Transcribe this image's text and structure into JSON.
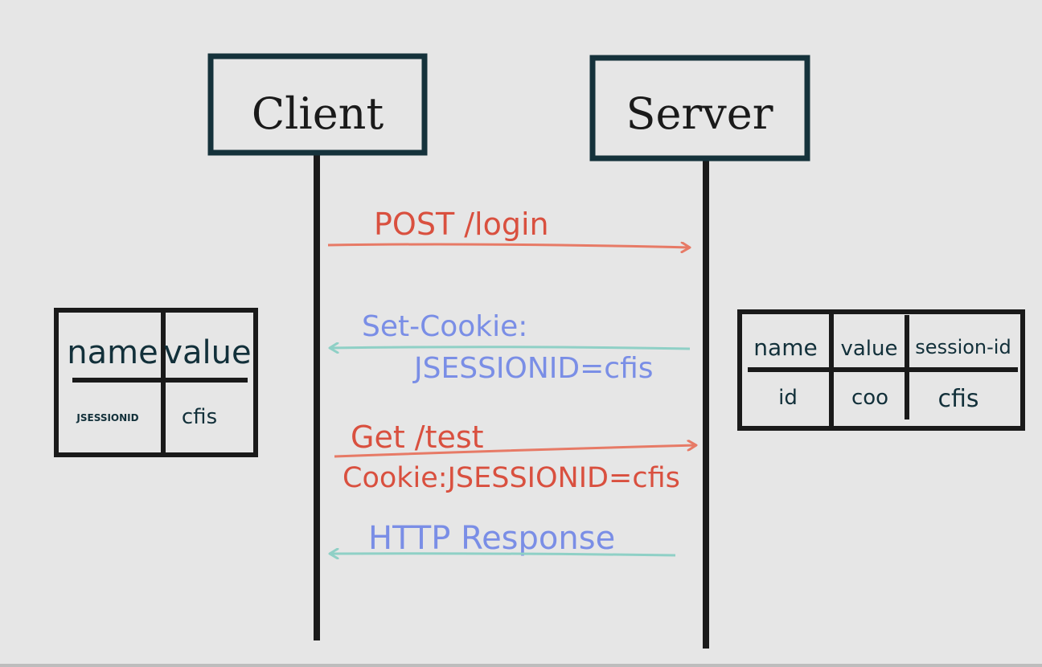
{
  "actors": {
    "client": "Client",
    "server": "Server"
  },
  "messages": {
    "post_login": "POST /login",
    "set_cookie_line1": "Set-Cookie:",
    "set_cookie_line2": "JSESSIONID=cfis",
    "get_test": "Get /test",
    "cookie_header": "Cookie:JSESSIONID=cfis",
    "http_response": "HTTP Response"
  },
  "client_table": {
    "headers": [
      "name",
      "value"
    ],
    "row": [
      "JSESSIONID",
      "cfis"
    ]
  },
  "server_table": {
    "headers": [
      "name",
      "value",
      "session-id"
    ],
    "row": [
      "id",
      "coo",
      "cfis"
    ]
  },
  "colors": {
    "box_border": "#15323b",
    "lifeline": "#1a1a1a",
    "request": "#d9503f",
    "request_arrow": "#e77a66",
    "response_text": "#7a8ee6",
    "response_arrow": "#8fd0c6",
    "background": "#e6e6e6"
  }
}
